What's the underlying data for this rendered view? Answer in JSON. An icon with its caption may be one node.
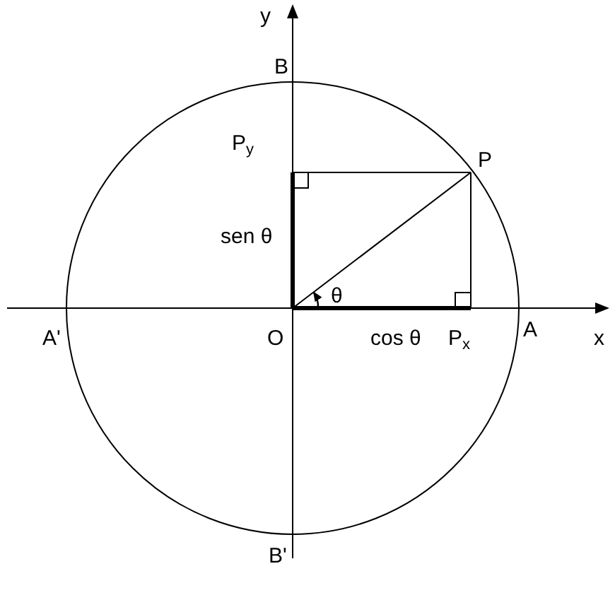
{
  "diagram": {
    "labels": [
      "y",
      "B",
      "P$_{y}$",
      "P",
      "sen θ",
      "θ",
      "A'",
      "O",
      "cos θ",
      "P$_{x}$",
      "A",
      "x",
      "B'"
    ]
  }
}
